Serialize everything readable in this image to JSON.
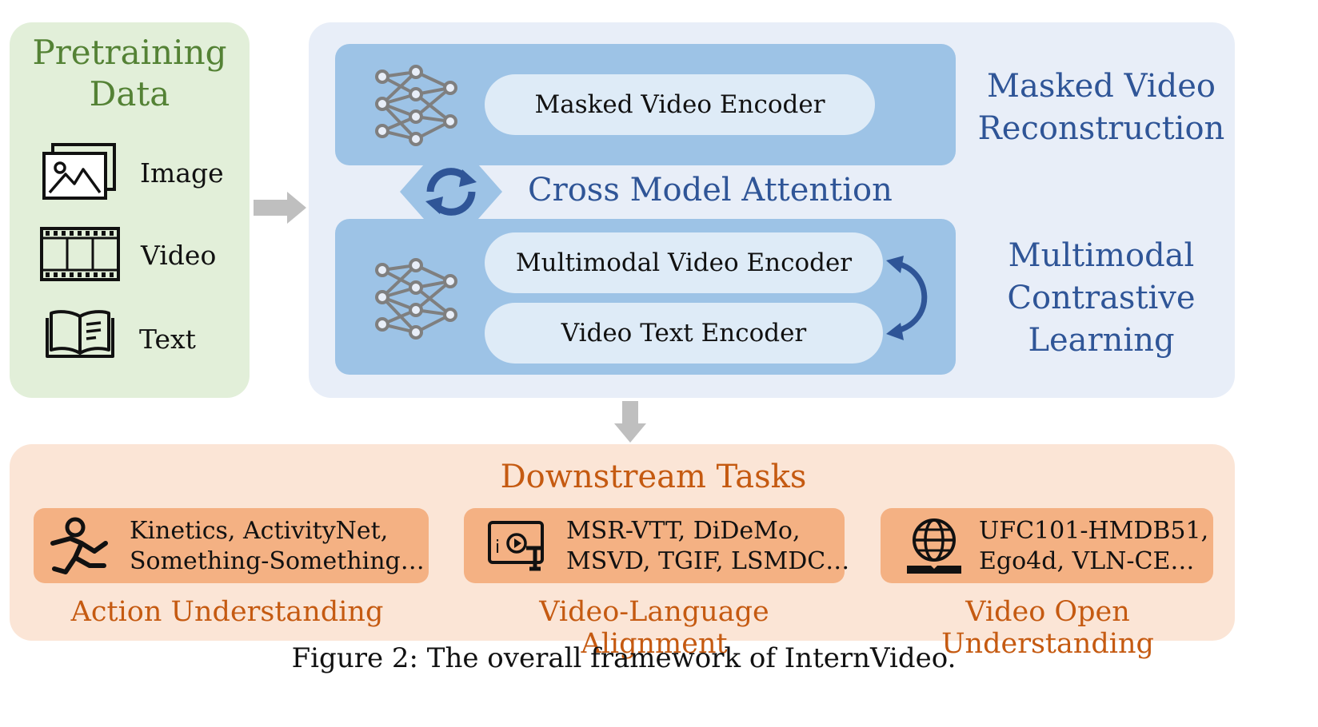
{
  "pretraining": {
    "title_line1": "Pretraining",
    "title_line2": "Data",
    "items": [
      {
        "label": "Image",
        "icon": "image-icon"
      },
      {
        "label": "Video",
        "icon": "film-strip-icon"
      },
      {
        "label": "Text",
        "icon": "book-icon"
      }
    ]
  },
  "model": {
    "masked_encoder": "Masked Video Encoder",
    "cross_attention": "Cross Model Attention",
    "multimodal_encoder": "Multimodal Video Encoder",
    "text_encoder": "Video Text Encoder",
    "masked_title_line1": "Masked Video",
    "masked_title_line2": "Reconstruction",
    "contrastive_line1": "Multimodal",
    "contrastive_line2": "Contrastive",
    "contrastive_line3": "Learning"
  },
  "downstream": {
    "title": "Downstream Tasks",
    "tasks": [
      {
        "line1": "Kinetics, ActivityNet,",
        "line2": "Something-Something…",
        "label": "Action Understanding",
        "icon": "running-person-icon"
      },
      {
        "line1": "MSR-VTT, DiDeMo,",
        "line2": "MSVD, TGIF, LSMDC…",
        "label": "Video-Language Alignment",
        "icon": "video-text-icon"
      },
      {
        "line1": "UFC101-HMDB51,",
        "line2": "Ego4d, VLN-CE…",
        "label": "Video Open Understanding",
        "icon": "globe-book-icon"
      }
    ]
  },
  "caption": "Figure 2: The overall framework of InternVideo.",
  "colors": {
    "green_panel": "#e2efd9",
    "green_text": "#548235",
    "blue_panel": "#e8eef8",
    "blue_band": "#9dc3e6",
    "blue_text": "#2f5597",
    "orange_panel": "#fbe5d6",
    "orange_box": "#f4b183",
    "orange_text": "#c55a11"
  }
}
